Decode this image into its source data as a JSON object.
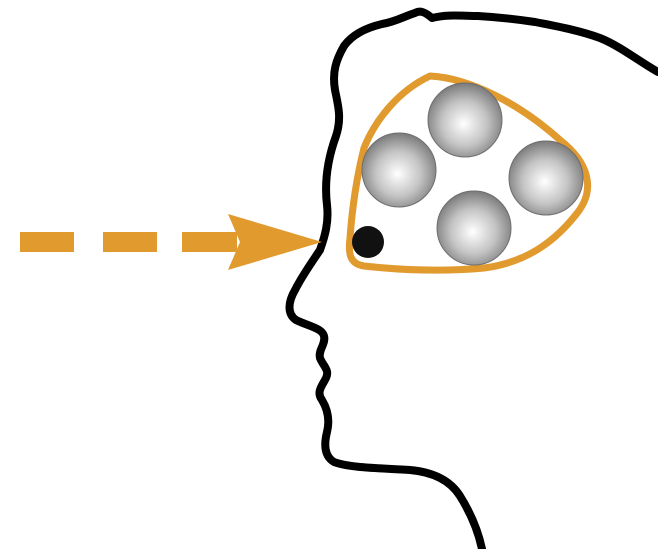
{
  "diagram": {
    "colors": {
      "background": "#ffffff",
      "outline": "#000000",
      "accent": "#e09a2e",
      "sphere_light": "#ffffff",
      "sphere_mid": "#c4c4c4",
      "sphere_dark": "#7a7a7a",
      "dot": "#111111"
    },
    "elements": {
      "head": "head-profile-outline",
      "arrow": "dashed-arrow-pointing-at-forehead",
      "container": "rounded-orange-container",
      "items": [
        "gray-sphere",
        "gray-sphere",
        "gray-sphere",
        "gray-sphere"
      ],
      "marker": "small-black-dot"
    }
  }
}
